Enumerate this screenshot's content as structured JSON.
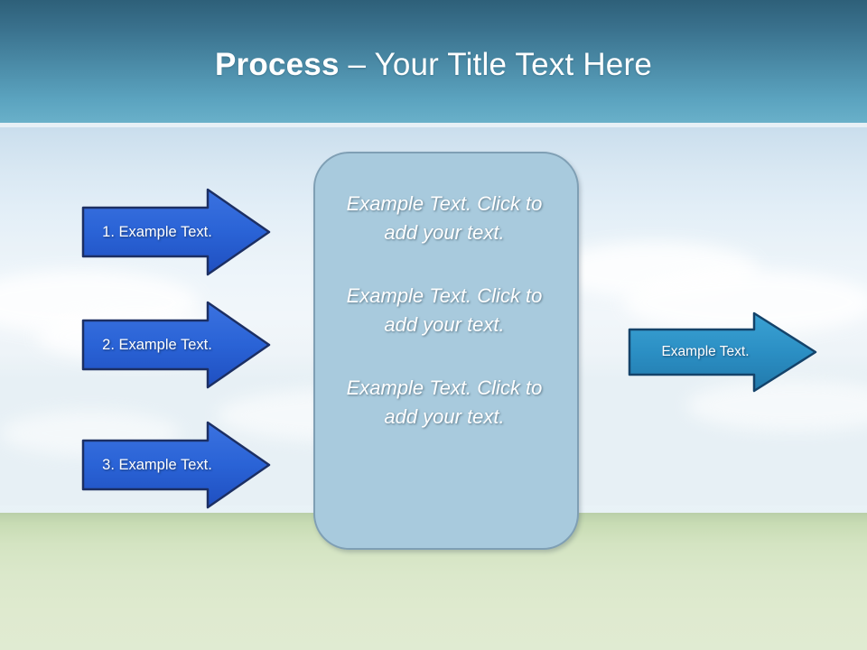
{
  "slide": {
    "title": {
      "strong": "Process",
      "rest": " – Your Title Text Here"
    },
    "left_arrows": [
      {
        "label": "1. Example Text."
      },
      {
        "label": "2. Example Text."
      },
      {
        "label": "3. Example Text."
      }
    ],
    "center_panel": {
      "blocks": [
        "Example Text. Click  to add your text.",
        "Example Text. Click  to add your text.",
        "Example Text. Click  to add your text."
      ]
    },
    "right_arrow": {
      "label": "Example Text."
    },
    "colors": {
      "title_band_top": "#2e6079",
      "title_band_bottom": "#69b0c9",
      "title_text": "#ffffff",
      "left_arrow_fill": "#2a63d6",
      "left_arrow_stroke": "#1c2f63",
      "right_arrow_fill": "#2b8fc4",
      "right_arrow_stroke": "#14436a",
      "panel_fill": "#a8cadd",
      "panel_stroke": "#7f9fb4",
      "ground": "#d4e4c2"
    }
  }
}
